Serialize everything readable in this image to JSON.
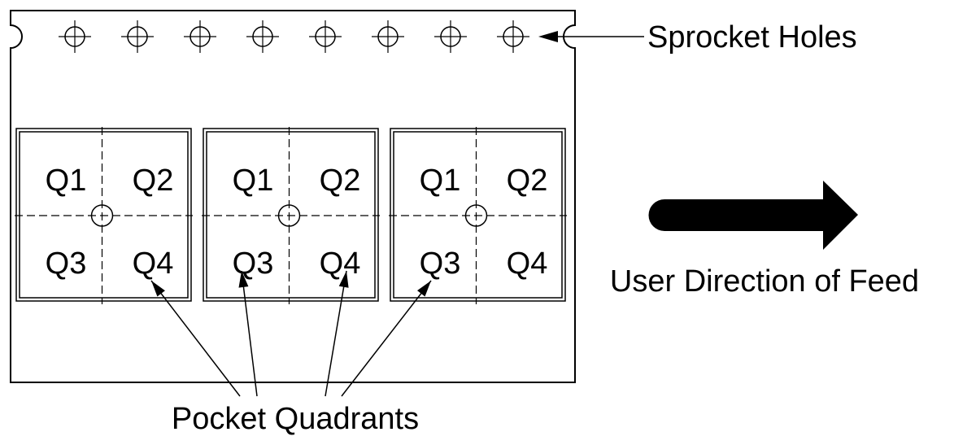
{
  "diagram": {
    "labels": {
      "sprocket_holes": "Sprocket Holes",
      "pocket_quadrants": "Pocket Quadrants",
      "feed_direction": "User Direction of Feed"
    },
    "pockets": [
      {
        "quadrants": [
          "Q1",
          "Q2",
          "Q3",
          "Q4"
        ]
      },
      {
        "quadrants": [
          "Q1",
          "Q2",
          "Q3",
          "Q4"
        ]
      },
      {
        "quadrants": [
          "Q1",
          "Q2",
          "Q3",
          "Q4"
        ]
      }
    ],
    "sprocket_hole_count": 8,
    "colors": {
      "line": "#000000",
      "background": "#ffffff"
    }
  }
}
